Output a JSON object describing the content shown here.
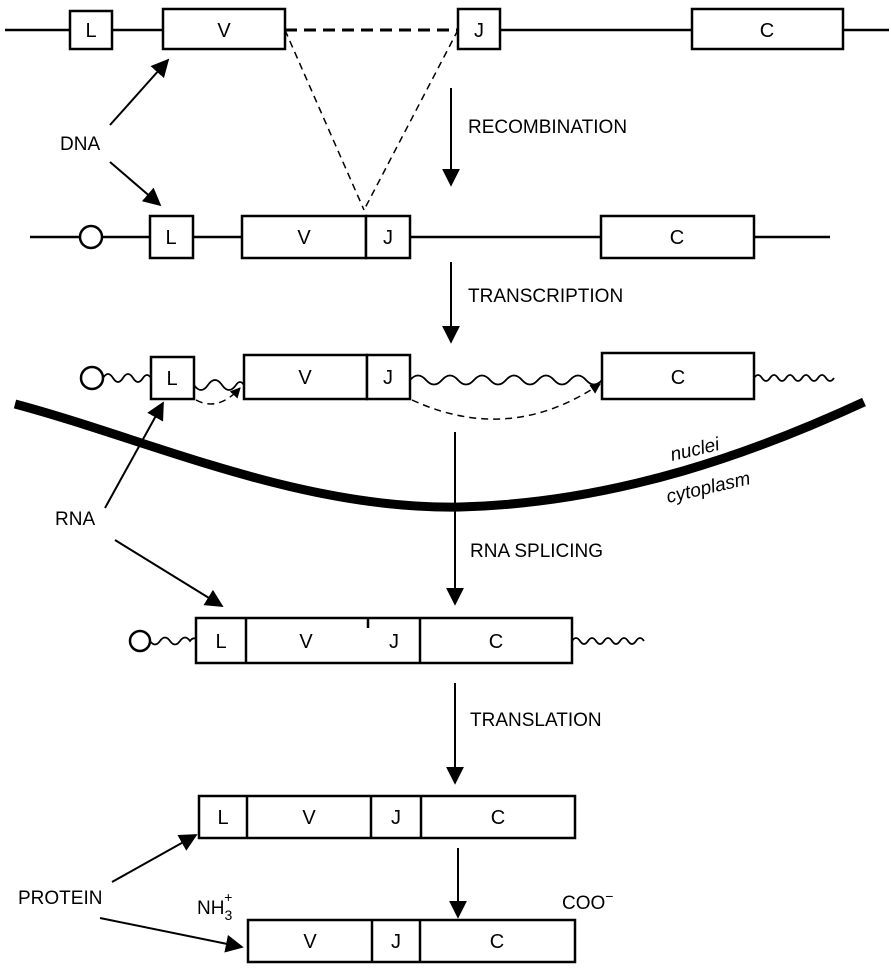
{
  "segments": {
    "L": "L",
    "V": "V",
    "J": "J",
    "C": "C"
  },
  "labels": {
    "dna": "DNA",
    "rna": "RNA",
    "protein": "PROTEIN",
    "nuclei": "nuclei",
    "cytoplasm": "cytoplasm",
    "nh3_base": "NH",
    "nh3_sub": "3",
    "nh3_sup": "+",
    "coo": "COO",
    "coo_sup": "−"
  },
  "steps": {
    "recombination": "RECOMBINATION",
    "transcription": "TRANSCRIPTION",
    "rna_splicing": "RNA SPLICING",
    "translation": "TRANSLATION"
  }
}
